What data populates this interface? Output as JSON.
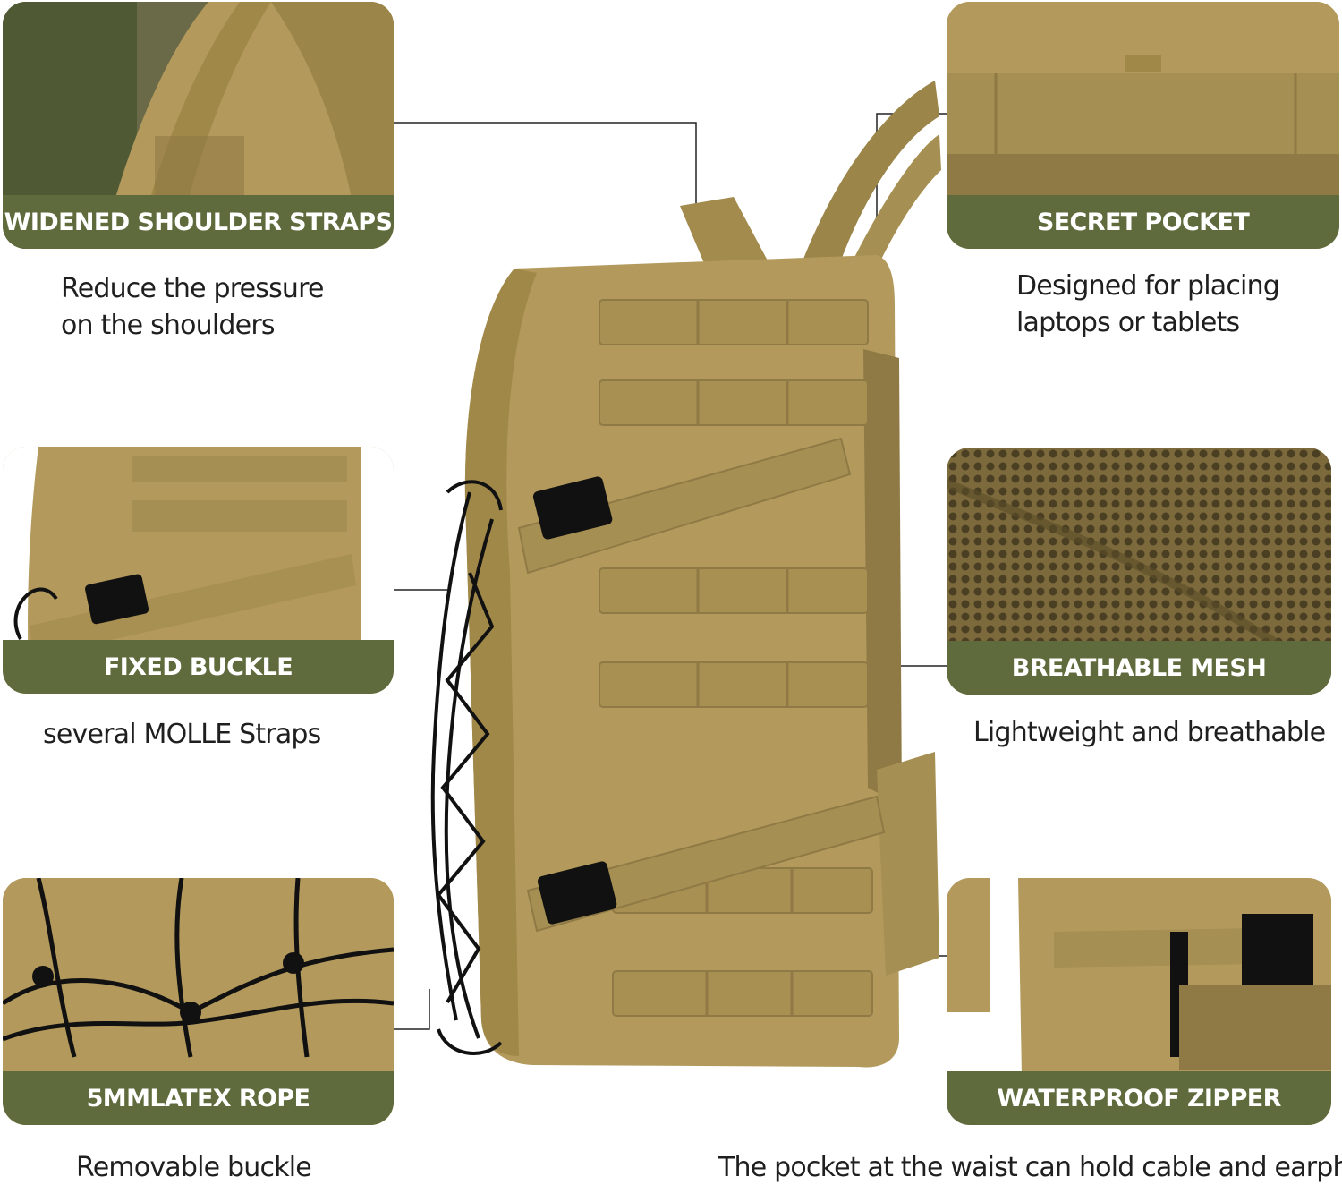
{
  "features": [
    {
      "id": "shoulder",
      "title": "WIDENED SHOULDER STRAPS",
      "lines": [
        "Reduce the pressure",
        "on the shoulders"
      ]
    },
    {
      "id": "pocket",
      "title": "SECRET POCKET",
      "lines": [
        "Designed for placing",
        "laptops or tablets"
      ]
    },
    {
      "id": "buckle",
      "title": "FIXED BUCKLE",
      "lines": [
        "several MOLLE Straps"
      ]
    },
    {
      "id": "mesh",
      "title": "BREATHABLE MESH",
      "lines": [
        "Lightweight and breathable"
      ]
    },
    {
      "id": "rope",
      "title": "5MMLATEX ROPE",
      "lines": [
        "Removable buckle"
      ]
    },
    {
      "id": "zipper",
      "title": "WATERPROOF ZIPPER",
      "lines": [
        "The pocket at the waist can hold cable and earphone"
      ]
    }
  ],
  "colors": {
    "band": "#5f6b3c",
    "fabric": "#b39a5c",
    "fabric_dark": "#8f7a45",
    "webbing": "#a88f52",
    "hardware": "#111111"
  }
}
